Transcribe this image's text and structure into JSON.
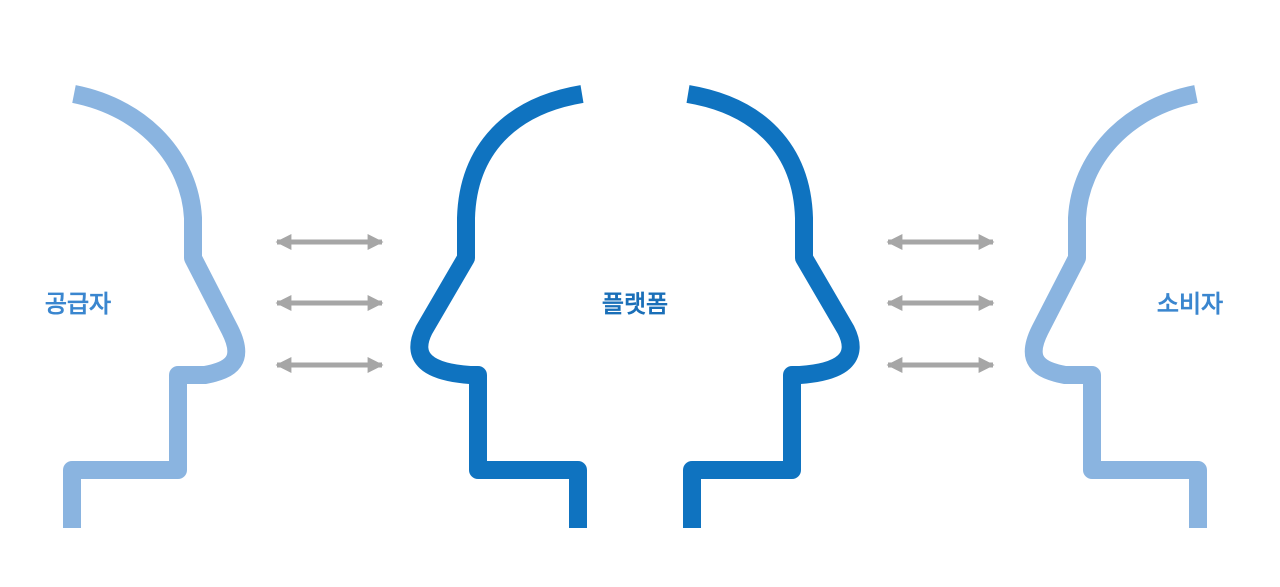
{
  "diagram": {
    "labels": {
      "supplier": "공급자",
      "platform": "플랫폼",
      "consumer": "소비자"
    },
    "colors": {
      "light_blue": "#8ab4e0",
      "dark_blue": "#0f73c0",
      "arrow_gray": "#a6a6a6"
    }
  }
}
